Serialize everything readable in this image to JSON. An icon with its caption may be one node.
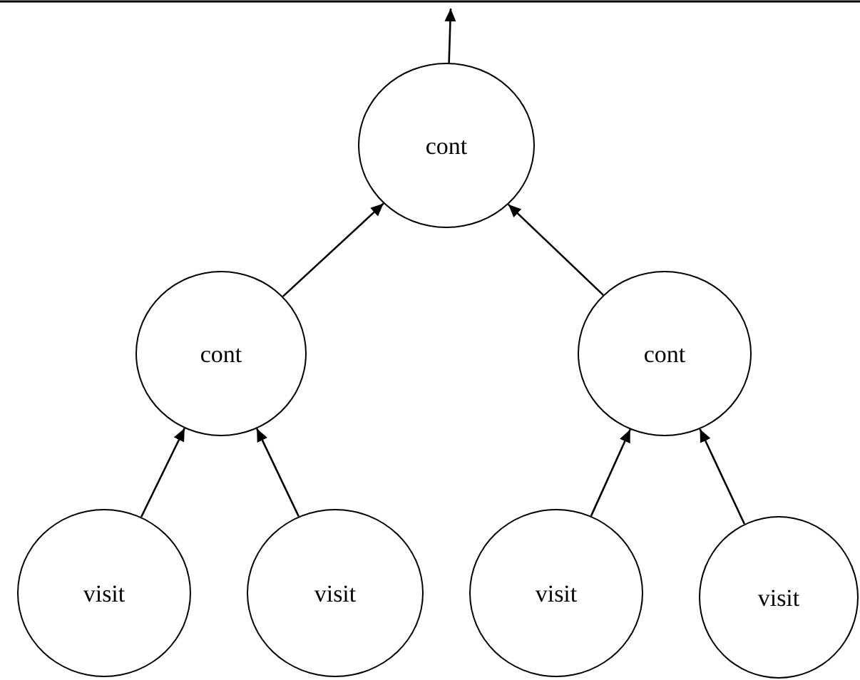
{
  "diagram": {
    "nodes": [
      {
        "text": [
          "cont"
        ]
      },
      {
        "text": [
          "cont"
        ]
      },
      {
        "text": [
          "cont"
        ]
      },
      {
        "text": [
          "visit"
        ]
      },
      {
        "text": [
          "visit"
        ]
      },
      {
        "text": [
          "visit"
        ]
      },
      {
        "text": [
          "visit"
        ]
      }
    ],
    "edges": [
      {
        "from": 0,
        "to": null,
        "arrow": "to"
      },
      {
        "from": 1,
        "to": 0,
        "arrow": "to"
      },
      {
        "from": 2,
        "to": 0,
        "arrow": "to"
      },
      {
        "from": 3,
        "to": 1,
        "arrow": "to"
      },
      {
        "from": 4,
        "to": 1,
        "arrow": "to"
      },
      {
        "from": 5,
        "to": 2,
        "arrow": "to"
      },
      {
        "from": 6,
        "to": 2,
        "arrow": "to"
      }
    ]
  }
}
